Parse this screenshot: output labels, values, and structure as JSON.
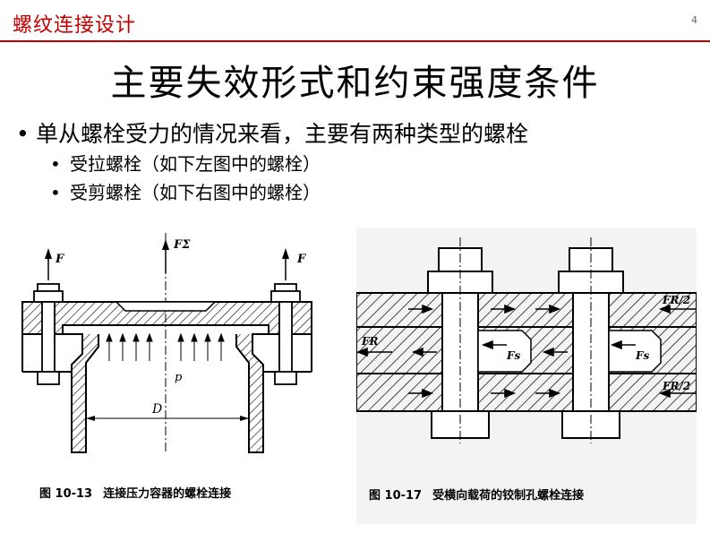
{
  "header": {
    "title": "螺纹连接设计",
    "page_number": "4"
  },
  "slide": {
    "title": "主要失效形式和约束强度条件"
  },
  "bullets": {
    "main": "单从螺栓受力的情况来看，主要有两种类型的螺栓",
    "sub": [
      "受拉螺栓（如下左图中的螺栓）",
      "受剪螺栓（如下右图中的螺栓）"
    ]
  },
  "figures": {
    "left": {
      "caption_number": "图 10-13",
      "caption_text": "连接压力容器的螺栓连接",
      "labels": {
        "force_left": "F",
        "force_right": "F",
        "force_center": "FΣ",
        "pressure": "p",
        "diameter": "D"
      }
    },
    "right": {
      "caption_number": "图 10-17",
      "caption_text": "受横向载荷的铰制孔螺栓连接",
      "labels": {
        "force_top": "FR/2",
        "force_bottom": "FR/2",
        "force_left": "FR",
        "shear_left": "Fs",
        "shear_right": "Fs"
      }
    }
  }
}
